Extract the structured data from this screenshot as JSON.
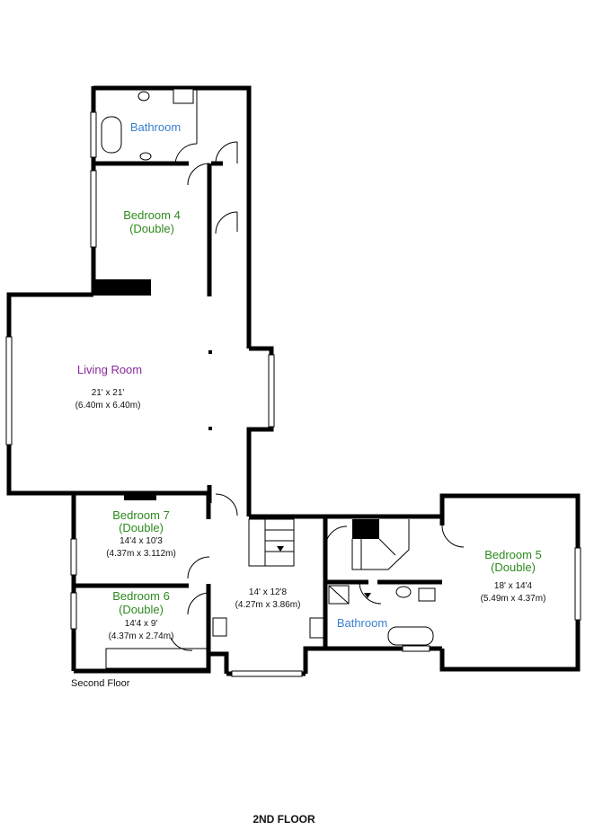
{
  "rooms": {
    "bathroom_top": {
      "name": "Bathroom"
    },
    "bedroom4": {
      "name": "Bedroom 4",
      "type": "(Double)"
    },
    "living": {
      "name": "Living Room",
      "dim_imperial": "21' x 21'",
      "dim_metric": "(6.40m x 6.40m)"
    },
    "bedroom7": {
      "name": "Bedroom 7",
      "type": "(Double)",
      "dim_imperial": "14'4 x 10'3",
      "dim_metric": "(4.37m x 3.112m)"
    },
    "bedroom6": {
      "name": "Bedroom 6",
      "type": "(Double)",
      "dim_imperial": "14'4 x 9'",
      "dim_metric": "(4.37m x 2.74m)"
    },
    "hall": {
      "dim_imperial": "14' x 12'8",
      "dim_metric": "(4.27m x 3.86m)"
    },
    "bathroom_bottom": {
      "name": "Bathroom"
    },
    "bedroom5": {
      "name": "Bedroom 5",
      "type": "(Double)",
      "dim_imperial": "18' x 14'4",
      "dim_metric": "(5.49m x 4.37m)"
    }
  },
  "caption": "Second Floor",
  "floor_title": "2ND FLOOR",
  "colors": {
    "bedroom": "#2d8a1e",
    "bathroom": "#3a7fd0",
    "living": "#8a2a9c"
  }
}
